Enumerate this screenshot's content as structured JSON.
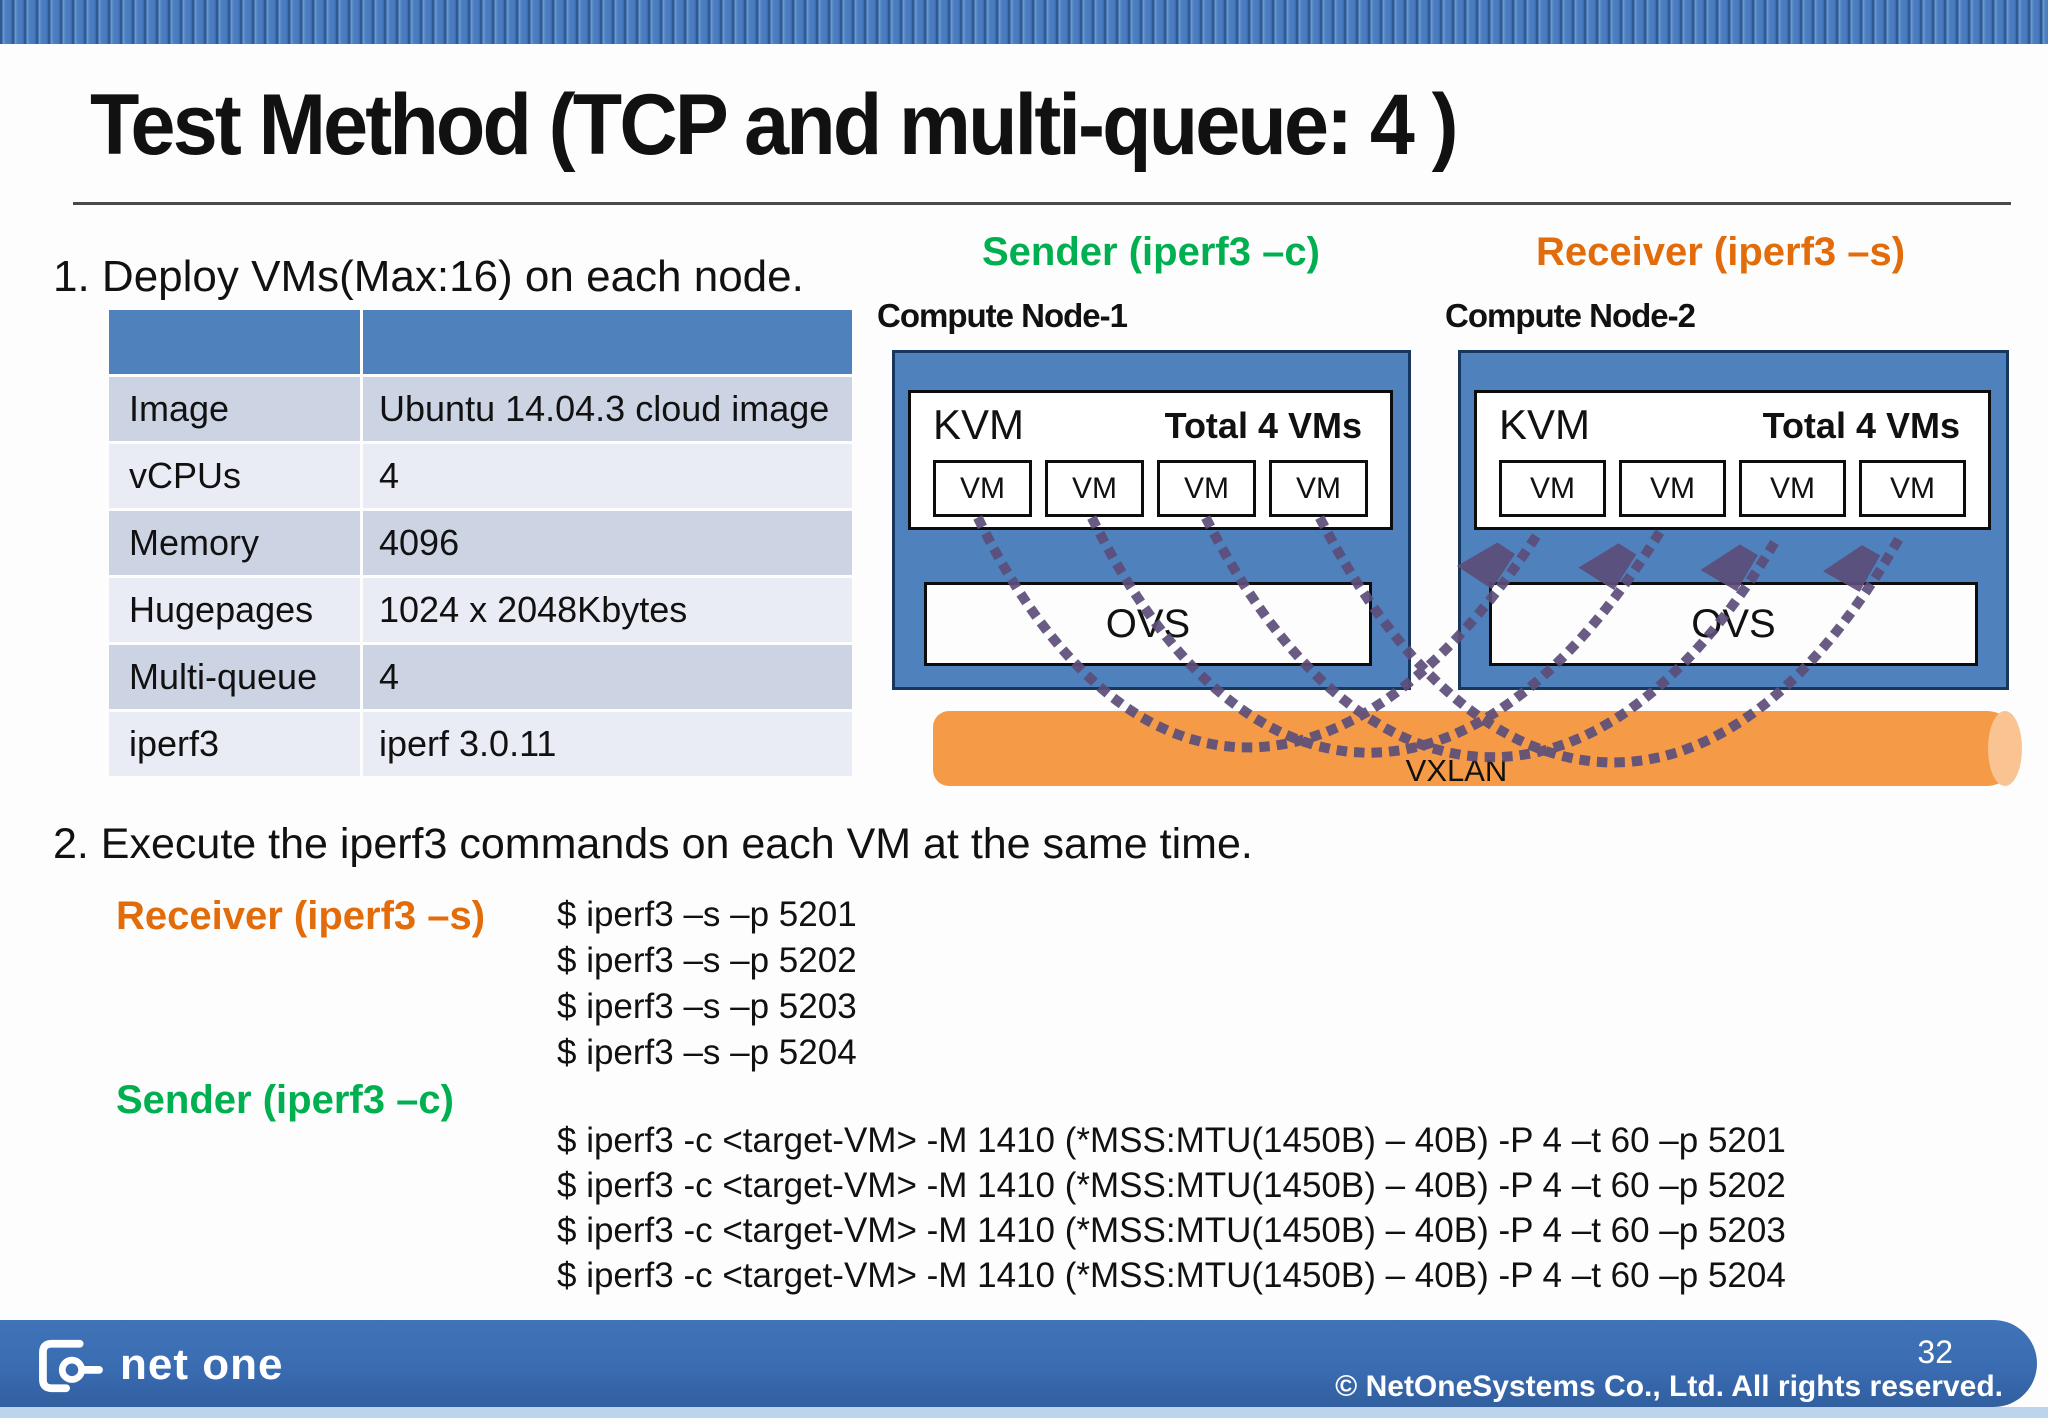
{
  "slide": {
    "title": "Test Method (TCP and multi-queue: 4 )",
    "page_number": "32",
    "copyright": "© NetOneSystems Co., Ltd. All rights reserved.",
    "logo_text": "net one"
  },
  "colors": {
    "accent_blue": "#4f81bd",
    "role_sender_green": "#00b050",
    "role_receiver_orange": "#e36c0a",
    "vxlan_orange": "#f59b48",
    "flow_purple": "#5d4e79",
    "footer_blue": "#3a6cb2"
  },
  "step1": {
    "heading": "1. Deploy VMs(Max:16) on each node.",
    "table": {
      "rows": [
        {
          "label": "Image",
          "value": "Ubuntu 14.04.3 cloud image"
        },
        {
          "label": "vCPUs",
          "value": "4"
        },
        {
          "label": "Memory",
          "value": "4096"
        },
        {
          "label": "Hugepages",
          "value": "1024 x 2048Kbytes"
        },
        {
          "label": "Multi-queue",
          "value": "4"
        },
        {
          "label": "iperf3",
          "value": "iperf 3.0.11"
        }
      ]
    }
  },
  "diagram": {
    "sender_label": "Sender (iperf3 –c)",
    "receiver_label": "Receiver (iperf3 –s)",
    "network_label": "VXLAN",
    "node1": {
      "title": "Compute Node-1",
      "hypervisor": "KVM",
      "total_vms": "Total 4 VMs",
      "vms": [
        "VM",
        "VM",
        "VM",
        "VM"
      ],
      "vswitch": "OVS"
    },
    "node2": {
      "title": "Compute Node-2",
      "hypervisor": "KVM",
      "total_vms": "Total 4 VMs",
      "vms": [
        "VM",
        "VM",
        "VM",
        "VM"
      ],
      "vswitch": "OVS"
    }
  },
  "step2": {
    "heading": "2. Execute the iperf3 commands on each VM at the same time.",
    "receiver": {
      "label": "Receiver (iperf3 –s)",
      "commands": [
        "$ iperf3 –s –p 5201",
        "$ iperf3 –s –p 5202",
        "$ iperf3 –s –p 5203",
        "$ iperf3 –s –p 5204"
      ]
    },
    "sender": {
      "label": "Sender (iperf3 –c)",
      "commands": [
        "$ iperf3 -c <target-VM> -M 1410 (*MSS:MTU(1450B) – 40B) -P 4 –t 60 –p 5201",
        "$ iperf3 -c <target-VM> -M 1410 (*MSS:MTU(1450B) – 40B) -P 4 –t 60 –p 5202",
        "$ iperf3 -c <target-VM> -M 1410 (*MSS:MTU(1450B) – 40B) -P 4 –t 60 –p 5203",
        "$ iperf3 -c <target-VM> -M 1410 (*MSS:MTU(1450B) – 40B) -P 4 –t 60 –p 5204"
      ]
    }
  }
}
